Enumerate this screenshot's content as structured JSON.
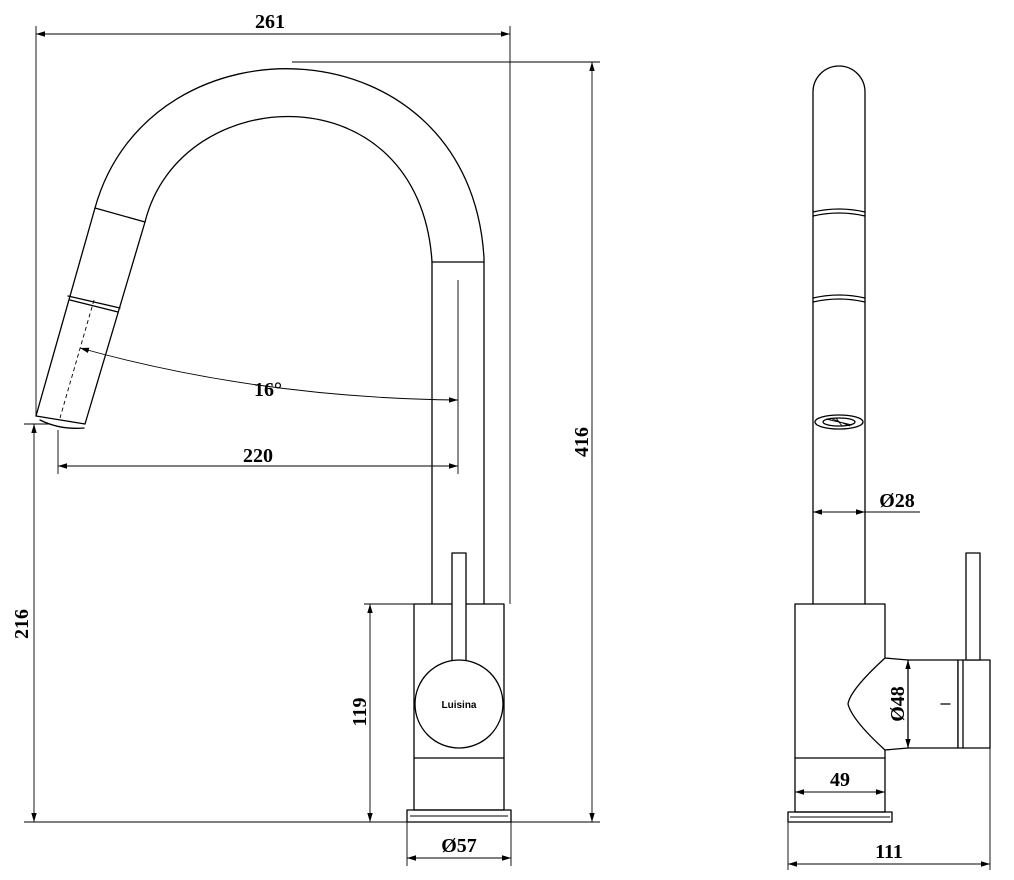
{
  "front_view": {
    "dims": {
      "overall_width": "261",
      "spout_reach": "220",
      "angle": "16°",
      "total_height": "416",
      "outlet_height": "216",
      "body_height": "119",
      "base_diameter": "Ø57"
    },
    "brand_label": "Luisina"
  },
  "side_view": {
    "dims": {
      "spout_diameter": "Ø28",
      "handle_diameter": "Ø48",
      "body_width": "49",
      "overall_depth": "111"
    }
  }
}
